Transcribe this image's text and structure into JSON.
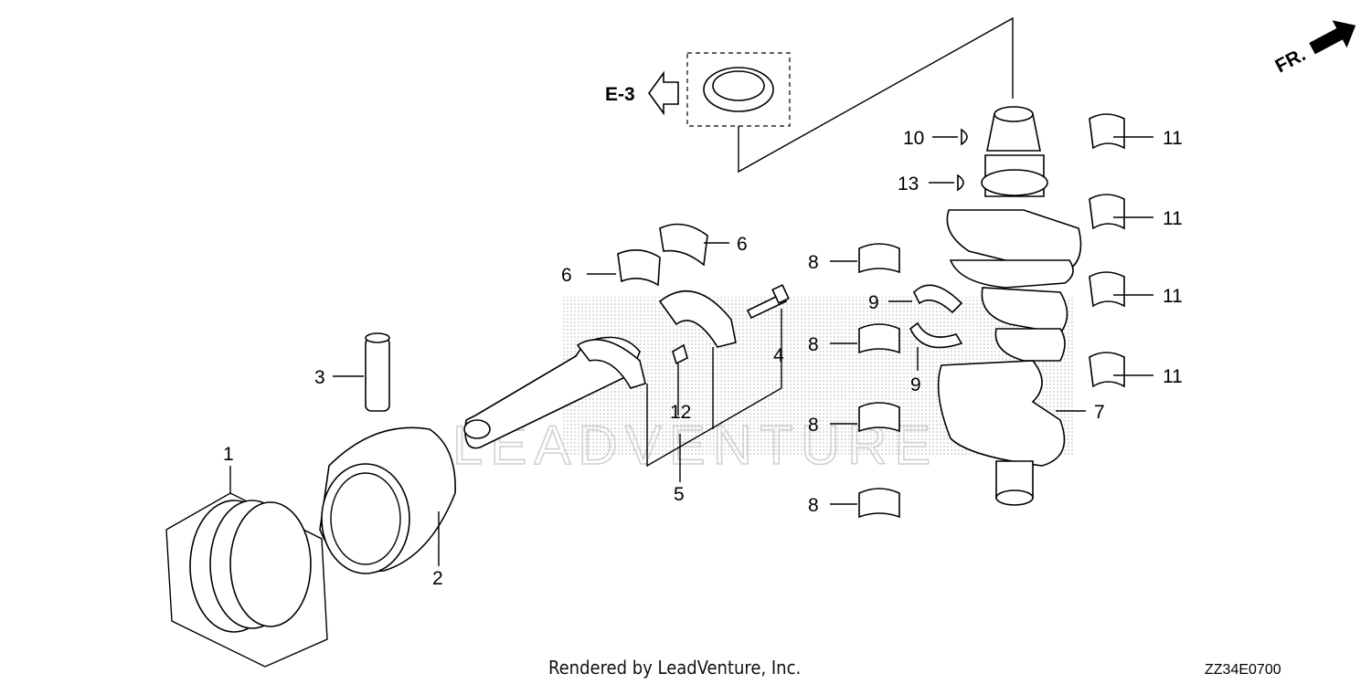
{
  "diagram": {
    "callouts": [
      {
        "id": "1",
        "text": "1"
      },
      {
        "id": "2",
        "text": "2"
      },
      {
        "id": "3",
        "text": "3"
      },
      {
        "id": "4",
        "text": "4"
      },
      {
        "id": "5",
        "text": "5"
      },
      {
        "id": "6a",
        "text": "6"
      },
      {
        "id": "6b",
        "text": "6"
      },
      {
        "id": "7",
        "text": "7"
      },
      {
        "id": "8a",
        "text": "8"
      },
      {
        "id": "8b",
        "text": "8"
      },
      {
        "id": "8c",
        "text": "8"
      },
      {
        "id": "8d",
        "text": "8"
      },
      {
        "id": "9a",
        "text": "9"
      },
      {
        "id": "9b",
        "text": "9"
      },
      {
        "id": "10",
        "text": "10"
      },
      {
        "id": "11a",
        "text": "11"
      },
      {
        "id": "11b",
        "text": "11"
      },
      {
        "id": "11c",
        "text": "11"
      },
      {
        "id": "11d",
        "text": "11"
      },
      {
        "id": "12",
        "text": "12"
      },
      {
        "id": "13",
        "text": "13"
      }
    ],
    "reference_label": "E-3",
    "direction_label": "FR.",
    "watermark": "LEADVENTURE",
    "footer_credit": "Rendered by LeadVenture, Inc.",
    "diagram_code": "ZZ34E0700"
  }
}
